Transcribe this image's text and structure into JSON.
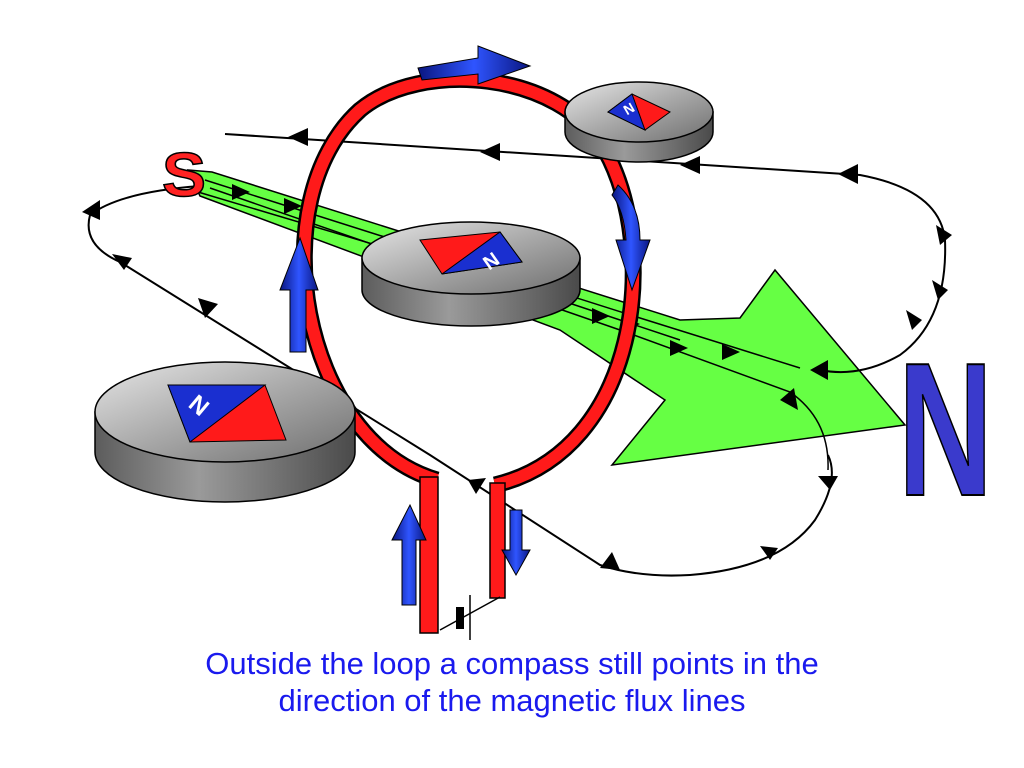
{
  "poles": {
    "south": "S",
    "north": "N"
  },
  "compass_label": "N",
  "caption": {
    "line1": "Outside the loop a compass still points in the",
    "line2": "direction of the magnetic flux lines"
  },
  "colors": {
    "loop": "#ff1a1a",
    "current_arrow": "#1a2fd0",
    "field_arrow": "#66ff44",
    "north_pole": "#3a3acc",
    "south_pole": "#ff2222",
    "compass_body": "#8c8c8c",
    "caption": "#1a1aee"
  }
}
